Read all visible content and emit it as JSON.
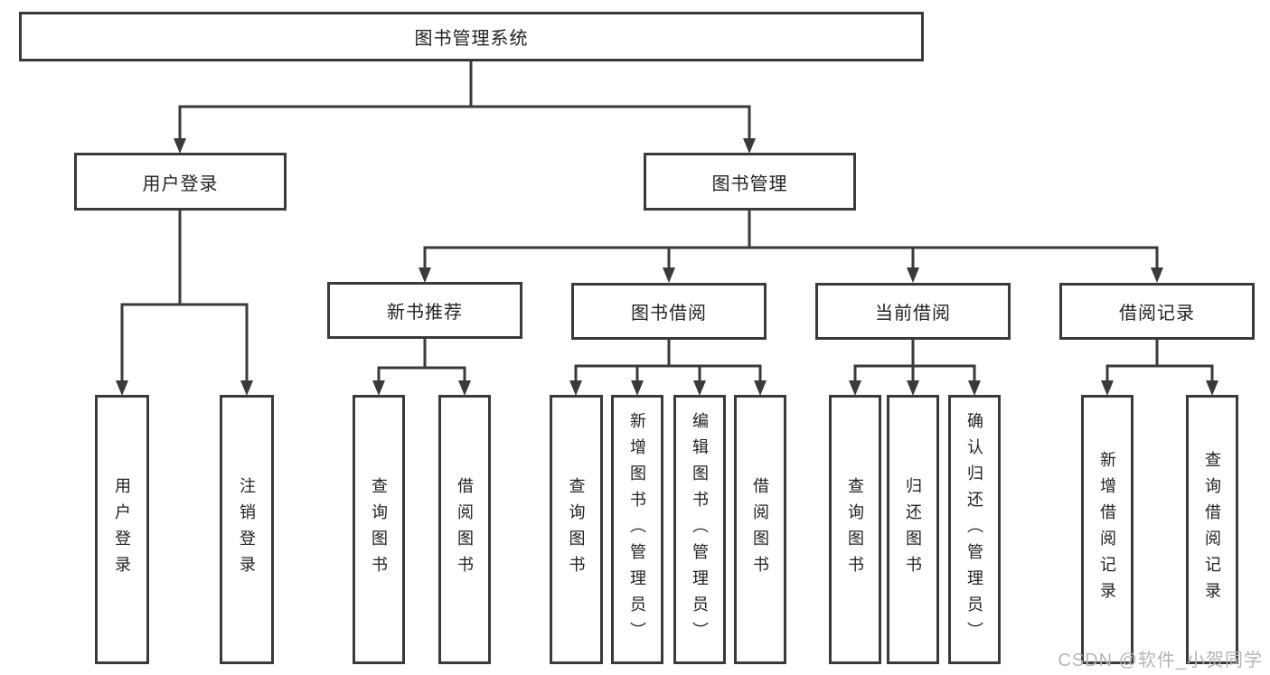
{
  "diagram": {
    "title_node": {
      "label": "图书管理系统"
    },
    "level2": [
      {
        "label": "用户登录"
      },
      {
        "label": "图书管理"
      }
    ],
    "level3": [
      {
        "label": "新书推荐"
      },
      {
        "label": "图书借阅"
      },
      {
        "label": "当前借阅"
      },
      {
        "label": "借阅记录"
      }
    ],
    "leaves": [
      {
        "label": "用户登录"
      },
      {
        "label": "注销登录"
      },
      {
        "label": "查询图书"
      },
      {
        "label": "借阅图书"
      },
      {
        "label": "查询图书"
      },
      {
        "label": "新增图书（管理员）"
      },
      {
        "label": "编辑图书（管理员）"
      },
      {
        "label": "借阅图书"
      },
      {
        "label": "查询图书"
      },
      {
        "label": "归还图书"
      },
      {
        "label": "确认归还（管理员）"
      },
      {
        "label": "新增借阅记录"
      },
      {
        "label": "查询借阅记录"
      }
    ],
    "line_color": "#3a3a3a",
    "text_color": "#222222"
  },
  "watermark": {
    "text": "CSDN @软件_小贺同学",
    "color": "#b5b5b5"
  }
}
